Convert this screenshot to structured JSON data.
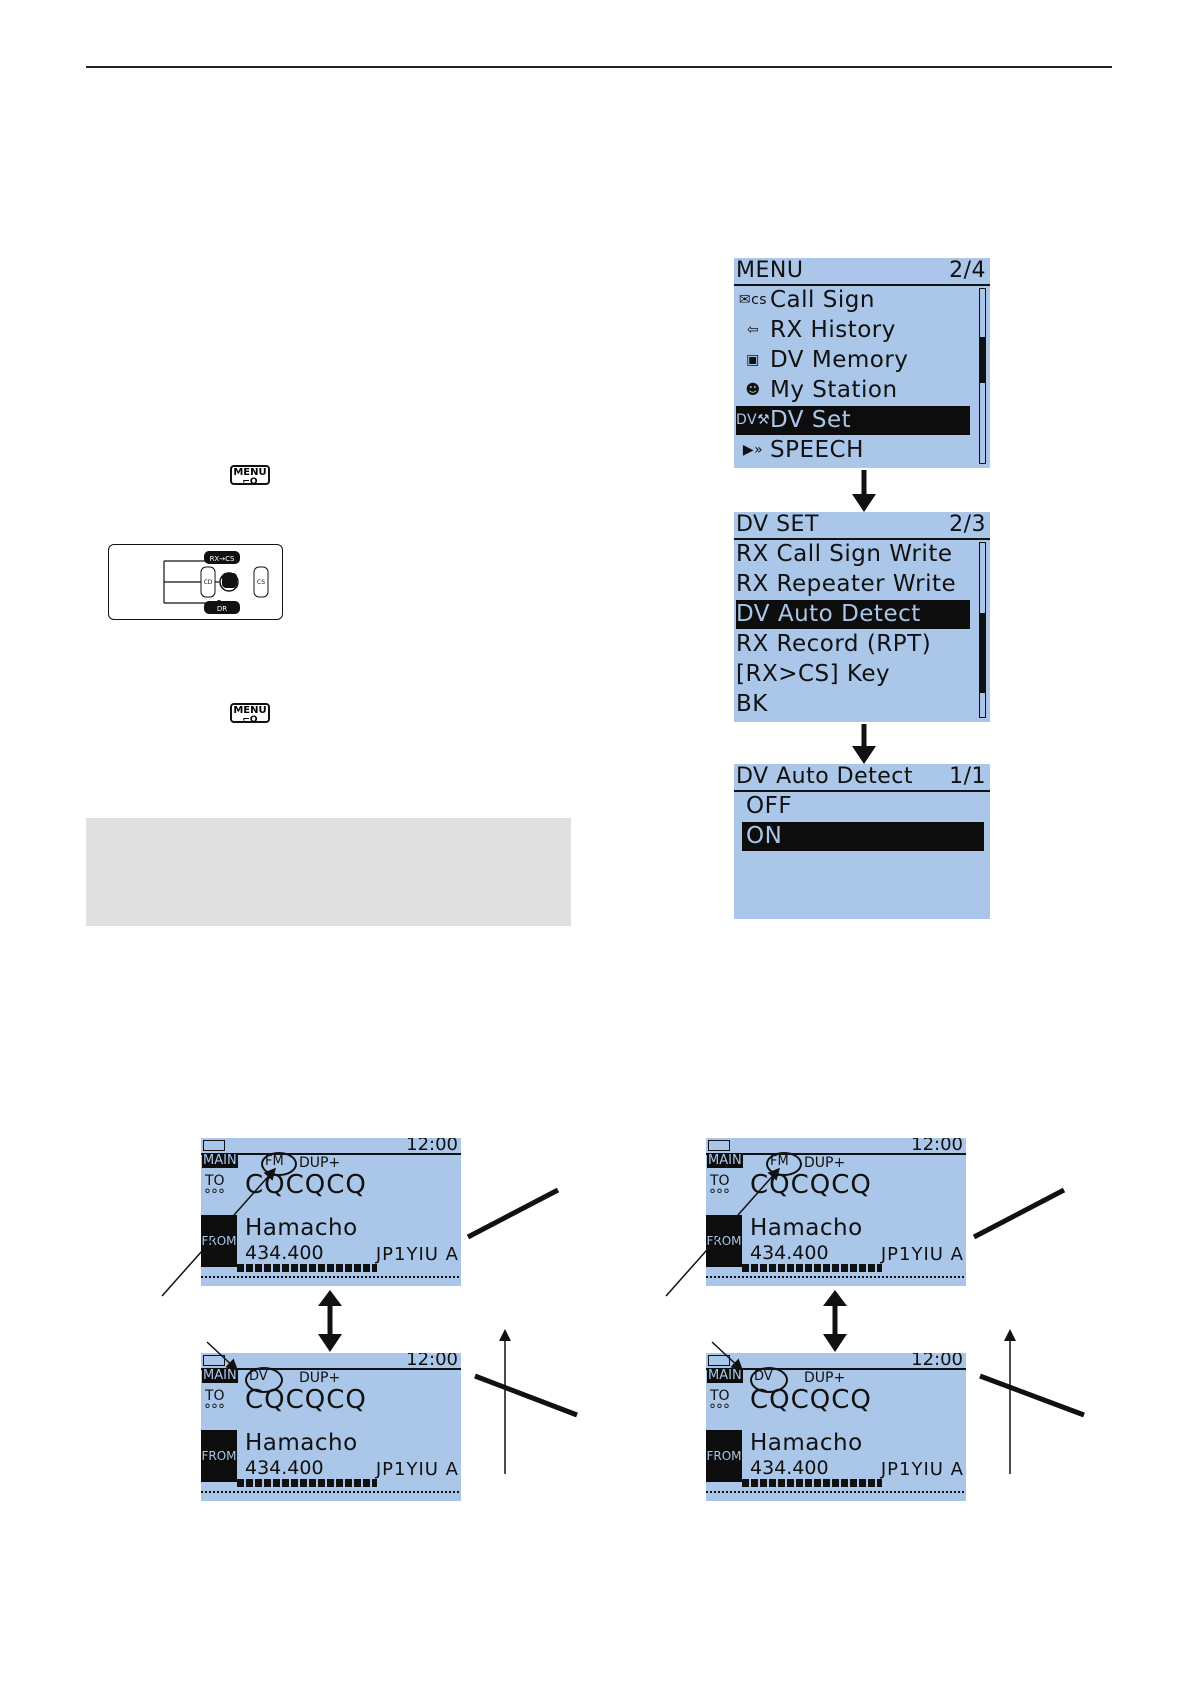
{
  "keys": {
    "menu_label": "MENU",
    "menu_sub": "⌐O"
  },
  "joystick": {
    "up_label": "RX→CS",
    "down_label": "DR",
    "left_label": "CD",
    "right_label": "CS"
  },
  "menu_screen": {
    "title": "MENU",
    "page": "2/4",
    "items": [
      {
        "icon": "✉cs",
        "label": "Call Sign"
      },
      {
        "icon": "⇦",
        "label": "RX History"
      },
      {
        "icon": "▣",
        "label": "DV Memory"
      },
      {
        "icon": "☻",
        "label": "My Station"
      },
      {
        "icon": "DV⚒",
        "label": "DV Set"
      },
      {
        "icon": "▶»",
        "label": "SPEECH"
      }
    ]
  },
  "dvset_screen": {
    "title": "DV SET",
    "page": "2/3",
    "items": [
      {
        "label": "RX Call Sign Write"
      },
      {
        "label": "RX Repeater Write"
      },
      {
        "label": "DV Auto Detect"
      },
      {
        "label": "RX Record (RPT)"
      },
      {
        "label": "[RX>CS] Key"
      },
      {
        "label": "BK"
      }
    ]
  },
  "autodetect_screen": {
    "title": "DV Auto Detect",
    "page": "1/1",
    "options": [
      "OFF",
      "ON"
    ]
  },
  "status_screens": {
    "time": "12:00",
    "main": "MAIN",
    "mode_fm": "FM",
    "mode_dv": "DV",
    "dup": "DUP+",
    "to": "TO",
    "group": "°°°",
    "callsign_to": "CQCQCQ",
    "from": "FROM",
    "name": "Hamacho",
    "freq": "434.400",
    "callsign_from": "JP1YIU  A"
  },
  "colors": {
    "lcd": "#aac6e8",
    "selection": "#0d0d0d",
    "note_bg": "#e0e0e0"
  }
}
